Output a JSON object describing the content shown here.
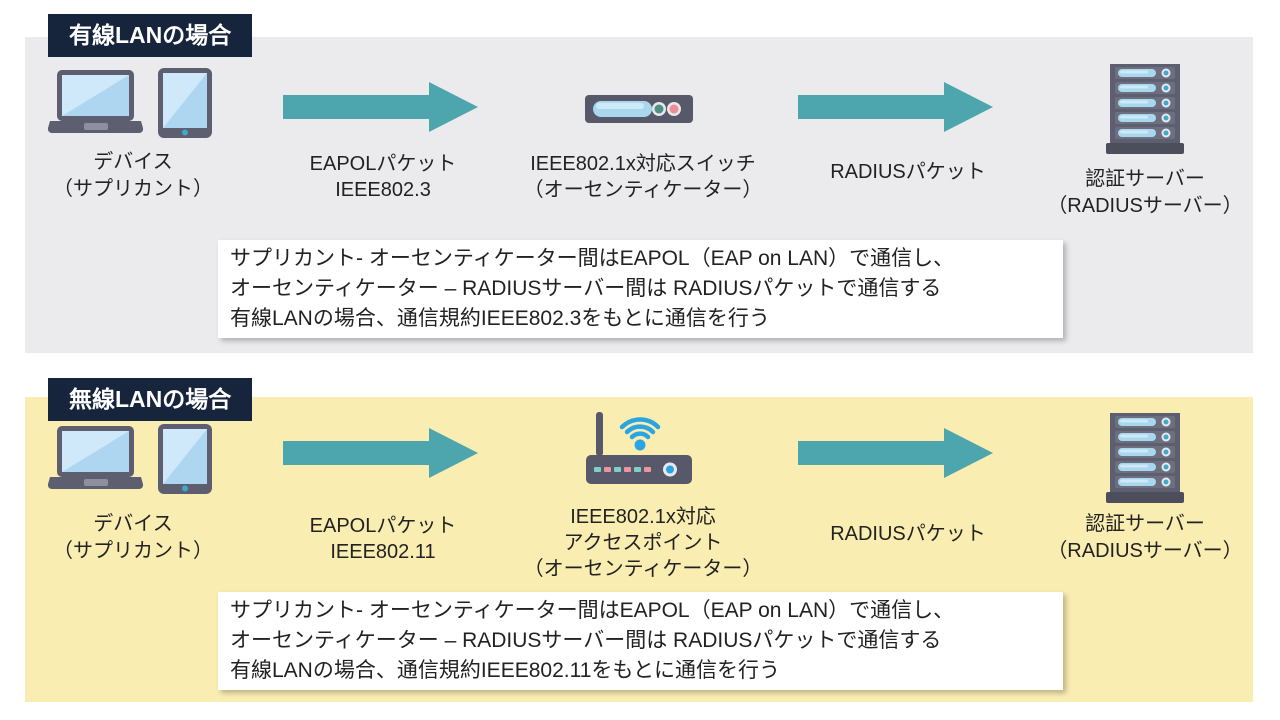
{
  "colors": {
    "header-bg": "#16243c",
    "section-gray": "#ebebed",
    "section-yellow": "#f9edb2",
    "arrow-teal": "#4da6ae",
    "icon-slate": "#5d5f70",
    "wifi-blue": "#2aa5e2",
    "led-teal": "#4f9181",
    "led-pink": "#ec8d97",
    "note-bg": "#ffffff",
    "text": "#222222"
  },
  "sections": [
    {
      "header": "有線LANの場合",
      "device_line1": "デバイス",
      "device_line2": "（サプリカント）",
      "arrow1_line1": "EAPOLパケット",
      "arrow1_line2": "IEEE802.3",
      "middle_line1": "IEEE802.1x対応スイッチ",
      "middle_line2": "（オーセンティケーター）",
      "arrow2_label": "RADIUSパケット",
      "server_line1": "認証サーバー",
      "server_line2": "（RADIUSサーバー）",
      "note_lines": [
        "サプリカント- オーセンティケーター間はEAPOL（EAP on LAN）で通信し、",
        "オーセンティケーター – RADIUSサーバー間は RADIUSパケットで通信する",
        "有線LANの場合、通信規約IEEE802.3をもとに通信を行う"
      ]
    },
    {
      "header": "無線LANの場合",
      "device_line1": "デバイス",
      "device_line2": "（サプリカント）",
      "arrow1_line1": "EAPOLパケット",
      "arrow1_line2": "IEEE802.11",
      "middle_line1": "IEEE802.1x対応",
      "middle_line2": "アクセスポイント",
      "middle_line3": "（オーセンティケーター）",
      "arrow2_label": "RADIUSパケット",
      "server_line1": "認証サーバー",
      "server_line2": "（RADIUSサーバー）",
      "note_lines": [
        "サプリカント- オーセンティケーター間はEAPOL（EAP on LAN）で通信し、",
        "オーセンティケーター – RADIUSサーバー間は RADIUSパケットで通信する",
        "有線LANの場合、通信規約IEEE802.11をもとに通信を行う"
      ]
    }
  ]
}
